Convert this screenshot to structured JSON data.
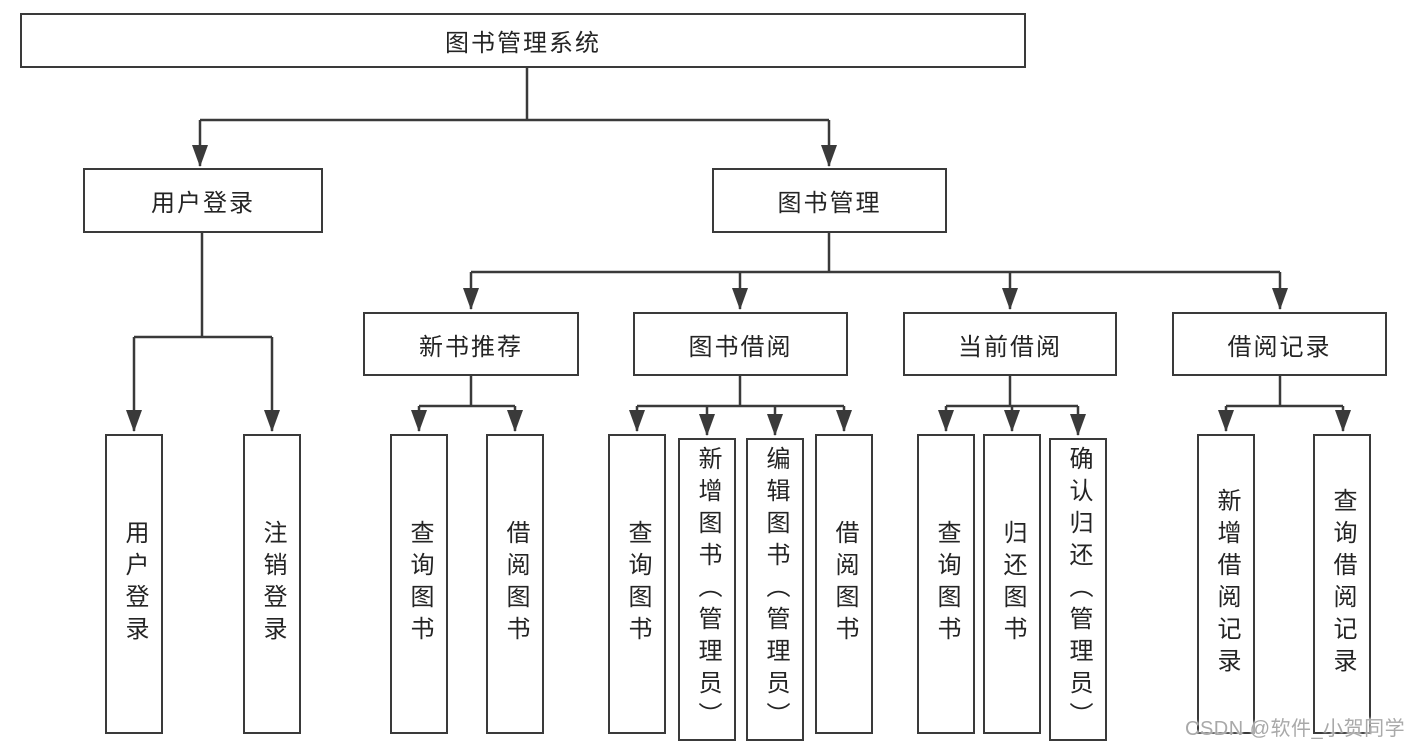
{
  "colors": {
    "line": "#3a3a3a",
    "box_border": "#3a3a3a",
    "text": "#242424",
    "watermark": "#a9a9a9",
    "background": "#ffffff"
  },
  "watermark": {
    "text": "CSDN @软件_小贺同学"
  },
  "tree": {
    "root": {
      "label": "图书管理系统"
    },
    "branches": [
      {
        "label": "用户登录",
        "children": [
          "用户登录",
          "注销登录"
        ]
      },
      {
        "label": "图书管理",
        "children": [
          {
            "label": "新书推荐",
            "children": [
              "查询图书",
              "借阅图书"
            ]
          },
          {
            "label": "图书借阅",
            "children": [
              "查询图书",
              "新增图书（管理员）",
              "编辑图书（管理员）",
              "借阅图书"
            ]
          },
          {
            "label": "当前借阅",
            "children": [
              "查询图书",
              "归还图书",
              "确认归还（管理员）"
            ]
          },
          {
            "label": "借阅记录",
            "children": [
              "新增借阅记录",
              "查询借阅记录"
            ]
          }
        ]
      }
    ]
  }
}
